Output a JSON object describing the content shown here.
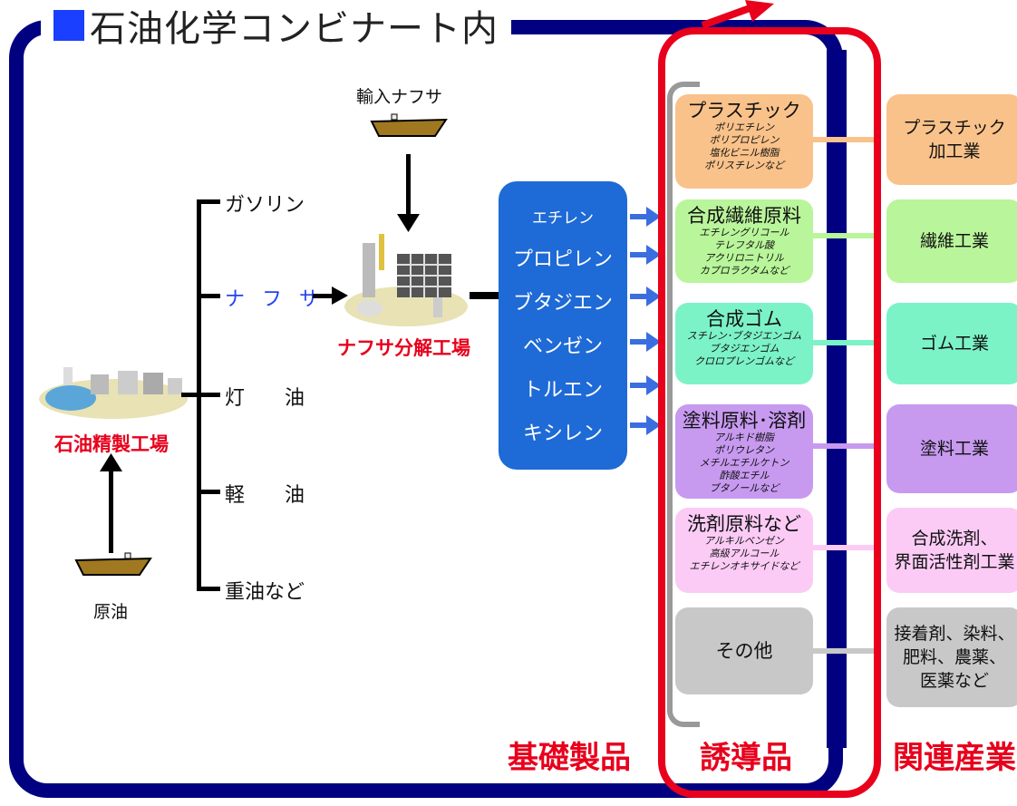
{
  "title": "石油化学コンビナート内",
  "crude": {
    "label": "原油"
  },
  "import_naphtha": {
    "label": "輸入ナフサ"
  },
  "refinery": {
    "label": "石油精製工場"
  },
  "cracker": {
    "label": "ナフサ分解工場"
  },
  "refinery_products": [
    "ガソリン",
    "ナ フ サ",
    "灯　　油",
    "軽　　油",
    "重油など"
  ],
  "basic_products": [
    "エチレン",
    "プロピレン",
    "ブタジエン",
    "ベンゼン",
    "トルエン",
    "キシレン"
  ],
  "derivatives": [
    {
      "title": "プラスチック",
      "sub": [
        "ポリエチレン",
        "ポリプロピレン",
        "塩化ビニル樹脂",
        "ポリスチレンなど"
      ]
    },
    {
      "title": "合成繊維原料",
      "sub": [
        "エチレングリコール",
        "テレフタル酸",
        "アクリロニトリル",
        "カプロラクタムなど"
      ]
    },
    {
      "title": "合成ゴム",
      "sub": [
        "スチレン･ブタジエンゴム",
        "ブタジエンゴム",
        "クロロプレンゴムなど"
      ]
    },
    {
      "title": "塗料原料･溶剤",
      "sub": [
        "アルキド樹脂",
        "ポリウレタン",
        "メチルエチルケトン",
        "酢酸エチル",
        "ブタノールなど"
      ]
    },
    {
      "title": "洗剤原料など",
      "sub": [
        "アルキルベンゼン",
        "高級アルコール",
        "エチレンオキサイドなど"
      ]
    },
    {
      "title": "その他",
      "sub": []
    }
  ],
  "industries": [
    [
      "プラスチック",
      "加工業"
    ],
    [
      "繊維工業"
    ],
    [
      "ゴム工業"
    ],
    [
      "塗料工業"
    ],
    [
      "合成洗剤、",
      "界面活性剤工業"
    ],
    [
      "接着剤、染料、",
      "肥料、農薬、",
      "医薬など"
    ]
  ],
  "column_labels": {
    "basic": "基礎製品",
    "derivative": "誘導品",
    "related": "関連産業"
  },
  "colors": {
    "frame": "#000080",
    "highlight": "#e8001c",
    "basic": "#1e6ad6",
    "cards": [
      "#f9c28a",
      "#b9f59a",
      "#7cf3c7",
      "#c79af0",
      "#fbcbf6",
      "#c8c8c8"
    ]
  }
}
